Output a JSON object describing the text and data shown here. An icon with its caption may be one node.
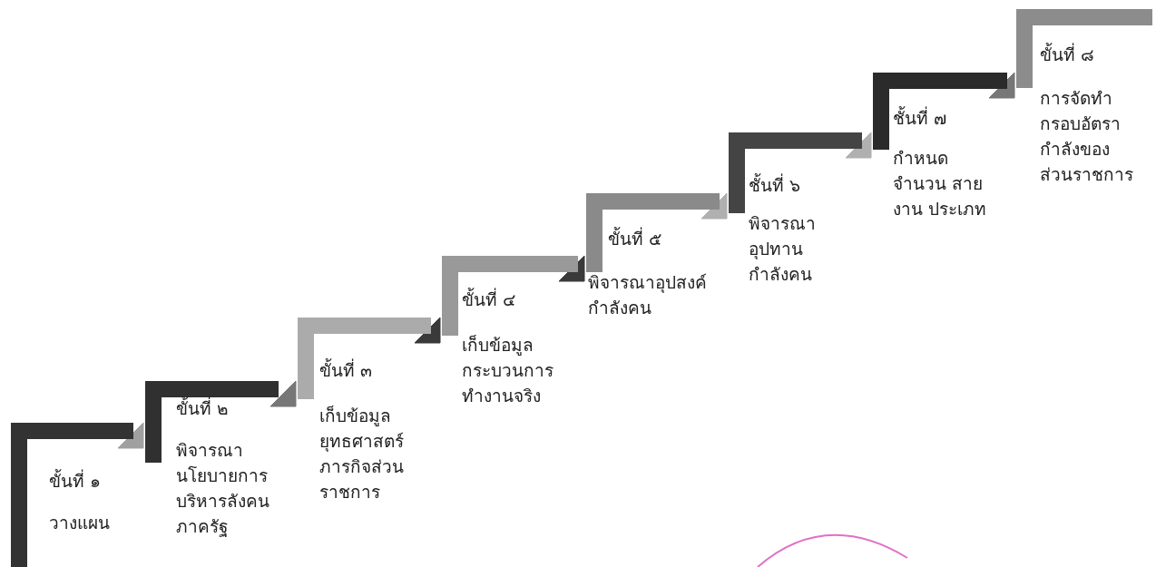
{
  "diagram": {
    "nodes": [
      {
        "text": [
          "ขั้นที่ ๑",
          "วางแผน"
        ]
      },
      {
        "text": [
          "ขั้นที่ ๒",
          "พิจารณานโยบายการบริหารลังคนภาครัฐ"
        ]
      },
      {
        "text": [
          "ขั้นที่ ๓",
          "เก็บข้อมูลยุทธศาสตร์ภารกิจส่วนราชการ"
        ]
      },
      {
        "text": [
          "ขั้นที่ ๔",
          "เก็บข้อมูลกระบวนการทำงานจริง"
        ]
      },
      {
        "text": [
          "ขั้นที่ ๕",
          "พิจารณาอุปสงค์กำลังคน"
        ]
      },
      {
        "text": [
          "ชั้นที่ ๖",
          "พิจารณาอุปทานกำลังคน"
        ]
      },
      {
        "text": [
          "ชั้นที่ ๗",
          "กำหนดจำนวน สายงาน ประเภท"
        ]
      },
      {
        "text": [
          "ขั้นที่ ๘",
          "การจัดทำกรอบอัตรากำลังของส่วนราชการ"
        ]
      }
    ],
    "edges": [
      {
        "from": 1,
        "to": 0,
        "arrow": "to"
      },
      {
        "from": 2,
        "to": 1,
        "arrow": "to"
      },
      {
        "from": 3,
        "to": 2,
        "arrow": "to"
      },
      {
        "from": 4,
        "to": 3,
        "arrow": "to"
      },
      {
        "from": 5,
        "to": 4,
        "arrow": "to"
      },
      {
        "from": 6,
        "to": 5,
        "arrow": "to"
      },
      {
        "from": 7,
        "to": 6,
        "arrow": "to"
      }
    ]
  }
}
